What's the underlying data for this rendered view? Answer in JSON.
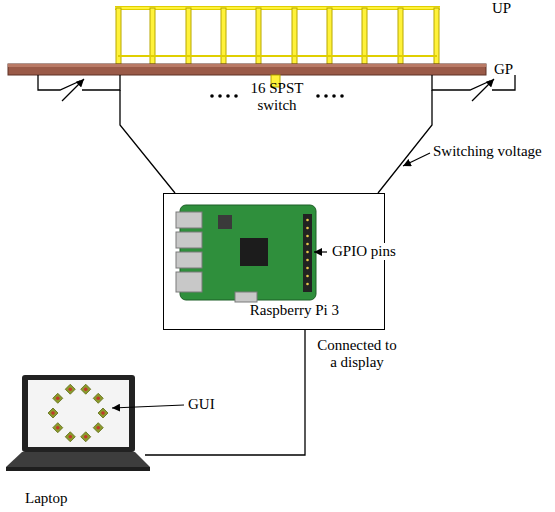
{
  "diagram": {
    "nodes": [
      {
        "text": [
          "Raspberry Pi 3"
        ]
      },
      {
        "text": [
          "Laptop"
        ]
      }
    ],
    "edges": [
      {
        "from": 0,
        "to": 1,
        "arrow": "none",
        "label": "Connected to a display"
      }
    ],
    "labels": [
      "UP",
      "GP",
      "16 SPST switch",
      "Switching voltage",
      "GPIO pins",
      "GUI"
    ]
  }
}
